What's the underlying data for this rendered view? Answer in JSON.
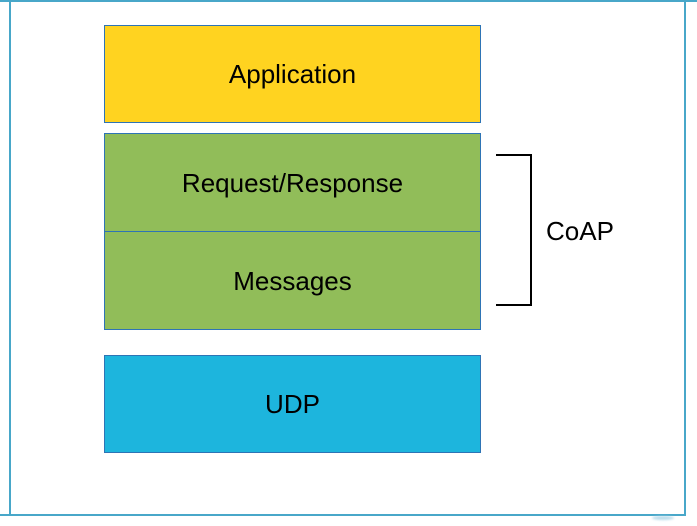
{
  "diagram": {
    "stack": {
      "layers": [
        {
          "id": "application",
          "label": "Application",
          "fill": "#ffd320"
        },
        {
          "id": "request-response",
          "label": "Request/Response",
          "fill": "#91bd59"
        },
        {
          "id": "messages",
          "label": "Messages",
          "fill": "#91bd59"
        },
        {
          "id": "udp",
          "label": "UDP",
          "fill": "#1db5dd"
        }
      ]
    },
    "bracket": {
      "label": "CoAP",
      "line_color": "#000000"
    },
    "colors": {
      "box_border": "#2e74b5",
      "page_frame_border": "#48a7c9",
      "text": "#000000",
      "background": "#ffffff"
    }
  }
}
